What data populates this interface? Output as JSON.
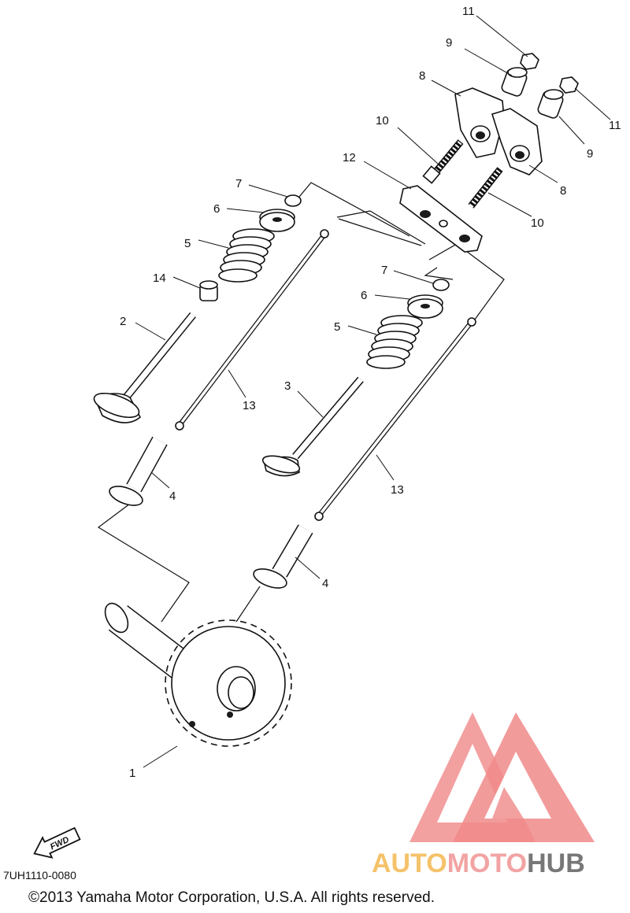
{
  "diagram": {
    "code": "7UH1110-0080",
    "copyright": "©2013 Yamaha Motor Corporation, U.S.A. All rights reserved.",
    "fwd_label": "FWD",
    "watermark": {
      "auto": "AUTO",
      "moto": "MOTO",
      "hub": "HUB",
      "colors": {
        "auto": "#f5c26b",
        "moto": "#f2a3a3",
        "hub": "#777777",
        "logo": "#f08a8a"
      }
    },
    "callouts": [
      {
        "id": "c11a",
        "label": "11"
      },
      {
        "id": "c9a",
        "label": "9"
      },
      {
        "id": "c8a",
        "label": "8"
      },
      {
        "id": "c11b",
        "label": "11"
      },
      {
        "id": "c10a",
        "label": "10"
      },
      {
        "id": "c9b",
        "label": "9"
      },
      {
        "id": "c12",
        "label": "12"
      },
      {
        "id": "c7a",
        "label": "7"
      },
      {
        "id": "c8b",
        "label": "8"
      },
      {
        "id": "c6a",
        "label": "6"
      },
      {
        "id": "c10b",
        "label": "10"
      },
      {
        "id": "c5a",
        "label": "5"
      },
      {
        "id": "c14",
        "label": "14"
      },
      {
        "id": "c7b",
        "label": "7"
      },
      {
        "id": "c6b",
        "label": "6"
      },
      {
        "id": "c2",
        "label": "2"
      },
      {
        "id": "c5b",
        "label": "5"
      },
      {
        "id": "c13a",
        "label": "13"
      },
      {
        "id": "c3",
        "label": "3"
      },
      {
        "id": "c4a",
        "label": "4"
      },
      {
        "id": "c13b",
        "label": "13"
      },
      {
        "id": "c4b",
        "label": "4"
      },
      {
        "id": "c1",
        "label": "1"
      }
    ]
  }
}
